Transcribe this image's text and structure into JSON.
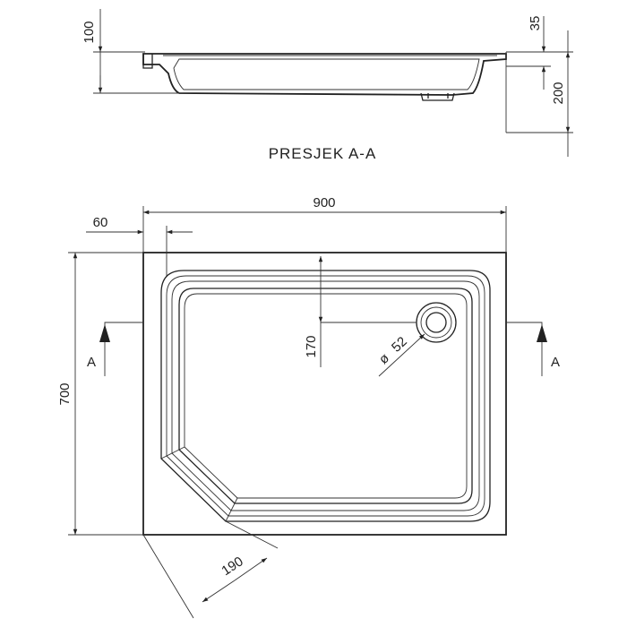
{
  "section": {
    "title": "PRESJEK A-A",
    "dim_height_total": "100",
    "dim_top_offset": "35",
    "dim_right_height": "200"
  },
  "plan": {
    "dim_width": "900",
    "dim_rim": "60",
    "dim_length": "700",
    "dim_drain_offset": "170",
    "dim_drain_diameter": "52",
    "dim_corner_cut": "190",
    "section_mark_left": "A",
    "section_mark_right": "A"
  },
  "colors": {
    "line": "#222222",
    "background": "#ffffff"
  }
}
